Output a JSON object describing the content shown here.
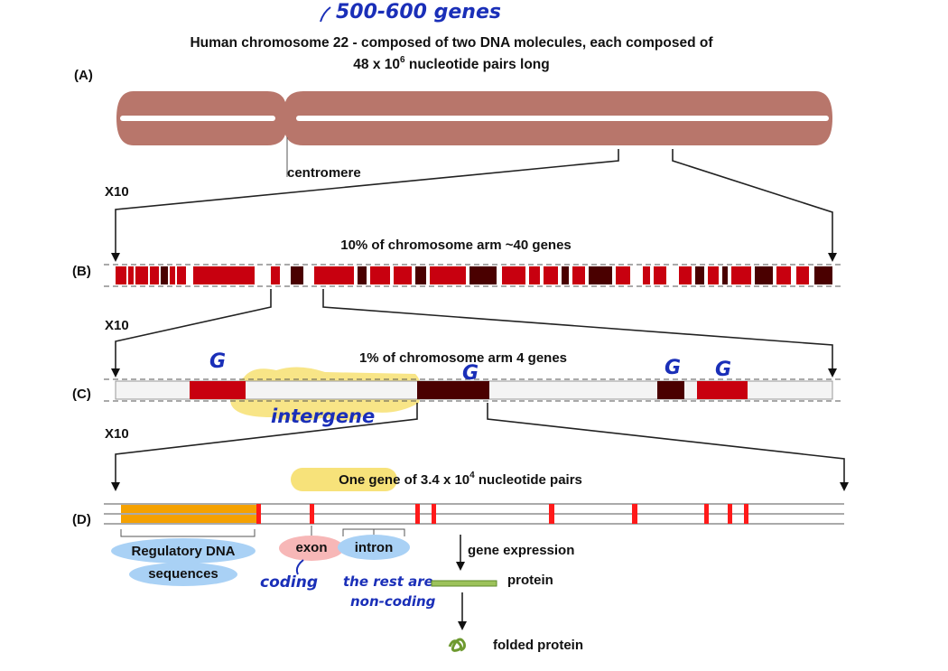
{
  "title": {
    "line1": "Human chromosome 22 - composed of two DNA molecules, each composed of",
    "line2_prefix": "48 x 10",
    "line2_sup": "6",
    "line2_suffix": " nucleotide pairs long"
  },
  "handwritten_top": "500-600 genes",
  "labels": {
    "A": "(A)",
    "B": "(B)",
    "C": "(C)",
    "D": "(D)",
    "centromere": "centromere",
    "x10_1": "X10",
    "x10_2": "X10",
    "x10_3": "X10"
  },
  "row_B": {
    "caption": "10% of chromosome arm ~40 genes"
  },
  "row_C": {
    "caption": "1% of chromosome arm 4 genes",
    "gene_marks": [
      "G",
      "G",
      "G",
      "G"
    ],
    "intergene": "intergene"
  },
  "row_D": {
    "caption_prefix": "One gene of 3.4 x 10",
    "caption_sup": "4",
    "caption_suffix": " nucleotide pairs",
    "regulatory_line1": "Regulatory DNA",
    "regulatory_line2": "sequences",
    "exon": "exon",
    "intron": "intron",
    "coding": "coding",
    "noncoding_line1": "the rest are",
    "noncoding_line2": "non-coding",
    "gene_expression": "gene expression",
    "protein": "protein",
    "folded_protein": "folded protein"
  },
  "colors": {
    "chromosome": "#b8766b",
    "band_red": "#c8000f",
    "band_dark": "#4a0000",
    "exon_red": "#ff1a1a",
    "regulatory": "#f5a100",
    "highlight_yellow": "#f7e27a",
    "highlight_blue": "#a9d1f5",
    "highlight_pink": "#f7b7b7",
    "protein_green": "#9cc25a"
  }
}
